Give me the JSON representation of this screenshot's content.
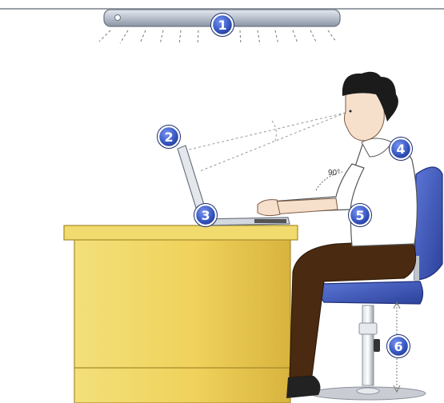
{
  "markers": [
    {
      "id": "1",
      "label": "1"
    },
    {
      "id": "2",
      "label": "2"
    },
    {
      "id": "3",
      "label": "3"
    },
    {
      "id": "4",
      "label": "4"
    },
    {
      "id": "5",
      "label": "5"
    },
    {
      "id": "6",
      "label": "6"
    }
  ],
  "angle_label": "90°",
  "colors": {
    "marker_outer": "#1a2a6c",
    "marker_inner": "#3a5bc7",
    "desk_top": "#e8c85a",
    "desk_body": "#f0d662",
    "chair": "#3d56b8",
    "pants": "#4a2a10",
    "shirt": "#ffffff",
    "light_bar": "#b8c0cc"
  }
}
